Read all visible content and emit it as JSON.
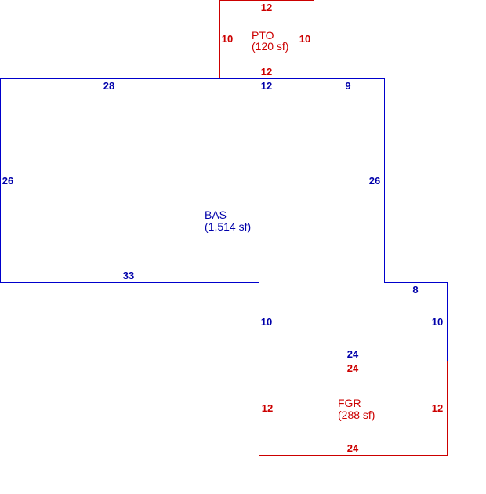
{
  "colors": {
    "main": "#0000cc",
    "main_text": "#0000aa",
    "addition": "#cc0000"
  },
  "areas": {
    "pto": {
      "code": "PTO",
      "area": "(120 sf)",
      "dims": {
        "top": "12",
        "bottom": "12",
        "left": "10",
        "right": "10"
      }
    },
    "bas": {
      "code": "BAS",
      "area": "(1,514 sf)",
      "dims": {
        "top_left": "28",
        "top_middle": "12",
        "top_right": "9",
        "left": "26",
        "right_upper": "26",
        "bottom_left": "33",
        "step_top": "8",
        "inner_left": "10",
        "right_lower": "10",
        "bottom_right": "24"
      }
    },
    "fgr": {
      "code": "FGR",
      "area": "(288 sf)",
      "dims": {
        "top": "24",
        "bottom": "24",
        "left": "12",
        "right": "12"
      }
    }
  }
}
